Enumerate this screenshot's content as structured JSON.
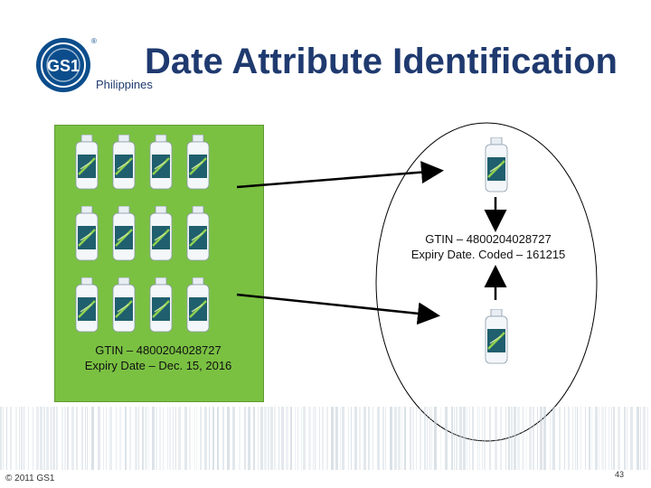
{
  "header": {
    "title": "Date Attribute Identification",
    "subtitle": "Philippines",
    "logo_text": "GS1",
    "logo_mark": "®"
  },
  "left_box": {
    "caption_line1": "GTIN – 4800204028727",
    "caption_line2": "Expiry Date – Dec. 15, 2016",
    "bottle_count": 12
  },
  "circle": {
    "caption_line1": "GTIN – 4800204028727",
    "caption_line2": "Expiry Date. Coded – 161215"
  },
  "footer": {
    "copyright": "© 2011 GS1",
    "page_number": "43"
  },
  "colors": {
    "green_box": "#7ac142",
    "title_blue": "#1f3a6f",
    "logo_blue": "#0b4d8c"
  },
  "icons": [
    "gs1-logo",
    "bottle-icon",
    "arrow-icon"
  ]
}
